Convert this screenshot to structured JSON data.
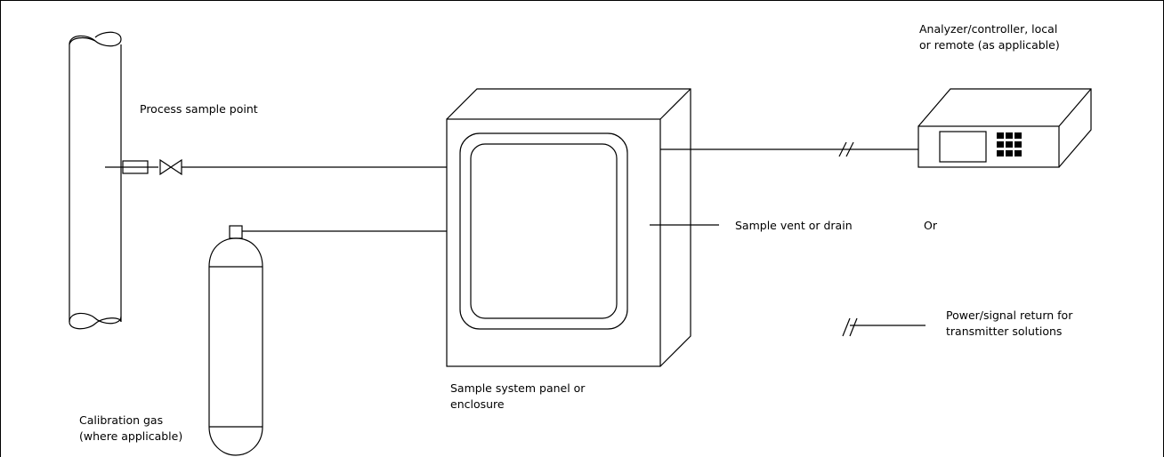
{
  "labels": {
    "analyzer": [
      "Analyzer/controller, local",
      "or remote (as applicable)"
    ],
    "process_sample_point": "Process sample point",
    "sample_vent": "Sample vent or drain",
    "or": "Or",
    "power_signal": [
      "Power/signal return for",
      "transmitter solutions"
    ],
    "panel": [
      "Sample system panel or",
      "enclosure"
    ],
    "calibration_gas": [
      "Calibration gas",
      "(where applicable)"
    ]
  }
}
